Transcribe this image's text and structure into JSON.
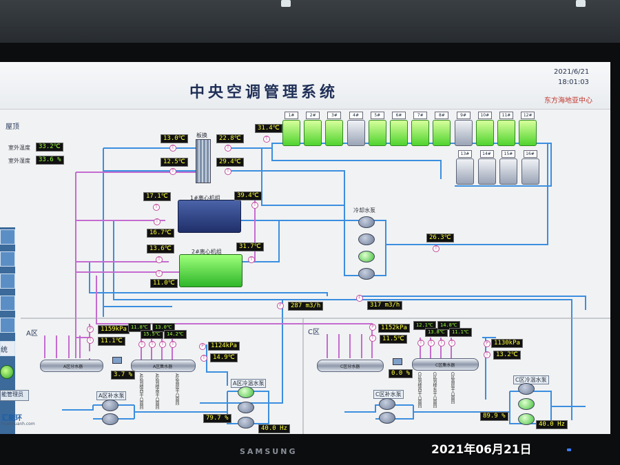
{
  "system": {
    "title": "中央空调管理系统",
    "date": "2021/6/21",
    "time": "18:01:03",
    "center": "东方海地亚中心"
  },
  "roof": {
    "label": "屋顶",
    "outdoor_temp_label": "室外温度",
    "outdoor_temp": "33.2℃",
    "outdoor_humidity_label": "室外湿度",
    "outdoor_humidity": "33.6 %"
  },
  "plate_exchanger": {
    "label": "板换"
  },
  "chillers": [
    {
      "label": "1#离心机组",
      "state": "off"
    },
    {
      "label": "2#离心机组",
      "state": "on"
    }
  ],
  "cooling_towers_top": [
    "1#",
    "2#",
    "3#",
    "4#",
    "5#",
    "6#",
    "7#",
    "8#",
    "9#",
    "10#",
    "11#",
    "12#"
  ],
  "cooling_towers_bottom": [
    "13#",
    "14#",
    "15#",
    "16#"
  ],
  "tower_states_top": [
    "on",
    "on",
    "on",
    "off",
    "on",
    "on",
    "on",
    "on",
    "off",
    "on",
    "on",
    "on"
  ],
  "cooling_pumps": {
    "label": "冷却水泵",
    "states": [
      "off",
      "off",
      "on",
      "off"
    ]
  },
  "readings": {
    "plate_in_1": "13.0℃",
    "plate_out_1": "22.8℃",
    "plate_in_2": "12.5℃",
    "plate_out_2": "29.4℃",
    "tower_return": "31.4℃",
    "ch1_evap": "17.1℃",
    "ch1_cond": "39.4℃",
    "ch1_supply": "16.7℃",
    "ch2_evap": "13.6℃",
    "ch2_cond": "31.7℃",
    "ch2_supply": "11.0℃",
    "cooling_supply": "26.3℃",
    "flow_a": "287 m3/h",
    "flow_c": "317 m3/h"
  },
  "zone_a": {
    "label": "A区",
    "supply_pressure": "1159kPa",
    "supply_temp": "11.1℃",
    "branch_temps": [
      "11.8℃",
      "15.5℃",
      "13.0℃",
      "14.2℃"
    ],
    "return_pressure": "1124kPa",
    "return_temp": "14.9℃",
    "valve_pct": "3.7 %",
    "divider": "A区分水器",
    "collector": "A区集水器",
    "makeup_pump": "A区补水泵",
    "cold_pump": "A区冷温水泵",
    "pump_pct": "79.7 %",
    "pump_hz": "40.0 Hz",
    "pump_states": [
      "on",
      "off",
      "off"
    ],
    "makeup_states": [
      "off",
      "off"
    ],
    "branch_labels": [
      "A区到楼西平凸面回",
      "A区到楼南平凸面回",
      "A区高层平凸面回"
    ]
  },
  "zone_c": {
    "label": "C区",
    "supply_pressure": "1152kPa",
    "supply_temp": "11.5℃",
    "branch_temps": [
      "12.1℃",
      "13.8℃",
      "14.8℃",
      "11.1℃"
    ],
    "return_pressure": "1130kPa",
    "return_temp": "13.2℃",
    "valve_pct": "0.0 %",
    "divider": "C区分水器",
    "collector": "C区集水器",
    "makeup_pump": "C区补水泵",
    "cold_pump": "C区冷温水泵",
    "pump_pct": "89.9 %",
    "pump_hz": "40.0 Hz",
    "pump_states": [
      "off",
      "on",
      "on"
    ],
    "makeup_states": [
      "off",
      "off"
    ],
    "branch_labels": [
      "C区到楼西平凸面回",
      "C区到楼东平凸面回",
      "C区高层平凸面回"
    ]
  },
  "sidebar": {
    "item_1": "统",
    "item_2": "能管理员",
    "brand": "汇能环",
    "brand_sub": "huanhuanh.com"
  },
  "monitor": {
    "brand": "SAMSUNG"
  },
  "photo": {
    "date_stamp": "2021年06月21日"
  }
}
